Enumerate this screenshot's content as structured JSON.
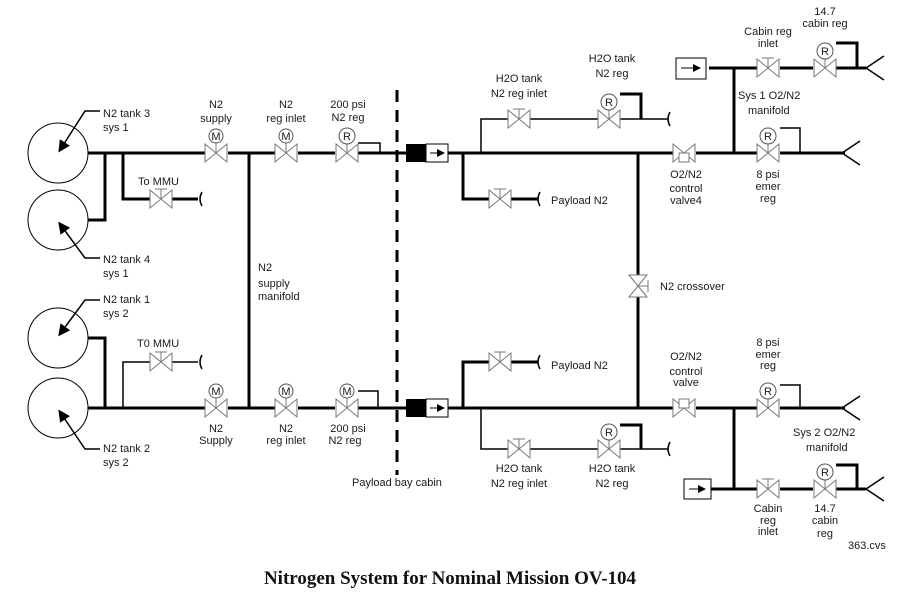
{
  "title": "Nitrogen System for Nominal Mission OV-104",
  "file_id": "363.cvs",
  "boundary_label": "Payload bay cabin",
  "tanks": [
    {
      "line1": "N2 tank 3",
      "line2": "sys 1"
    },
    {
      "line1": "N2 tank 4",
      "line2": "sys 1"
    },
    {
      "line1": "N2 tank 1",
      "line2": "sys 2"
    },
    {
      "line1": "N2 tank 2",
      "line2": "sys 2"
    }
  ],
  "labels": {
    "to_mmu_top": "To MMU",
    "to_mmu_bottom": "T0 MMU",
    "n2_supply_top_1": "N2",
    "n2_supply_top_2": "supply",
    "n2_reg_inlet_top_1": "N2",
    "n2_reg_inlet_top_2": "reg inlet",
    "reg200_top_1": "200 psi",
    "reg200_top_2": "N2 reg",
    "supply_manifold_1": "N2",
    "supply_manifold_2": "supply",
    "supply_manifold_3": "manifold",
    "n2_supply_bot_1": "N2",
    "n2_supply_bot_2": "Supply",
    "n2_reg_inlet_bot_1": "N2",
    "n2_reg_inlet_bot_2": "reg inlet",
    "reg200_bot_1": "200 psi",
    "reg200_bot_2": "N2   reg",
    "h2o_inlet_top_1": "H2O tank",
    "h2o_inlet_top_2": "N2 reg inlet",
    "h2o_reg_top_1": "H2O tank",
    "h2o_reg_top_2": "N2 reg",
    "payload_n2_top": "Payload N2",
    "payload_n2_bot": "Payload N2",
    "o2n2_top_1": "O2/N2",
    "o2n2_top_2": "control",
    "o2n2_top_3": "valve4",
    "crossover": "N2 crossover",
    "o2n2_bot_1": "O2/N2",
    "o2n2_bot_2": "control",
    "o2n2_bot_3": "valve",
    "h2o_inlet_bot_1": "H2O tank",
    "h2o_inlet_bot_2": "N2 reg inlet",
    "h2o_reg_bot_1": "H2O tank",
    "h2o_reg_bot_2": "N2 reg",
    "cabin_inlet_top_1": "Cabin reg",
    "cabin_inlet_top_2": "inlet",
    "cabin_reg_top_1": "14.7",
    "cabin_reg_top_2": "cabin reg",
    "sys1_manifold_1": "Sys 1 O2/N2",
    "sys1_manifold_2": "manifold",
    "emer_top_1": "8 psi",
    "emer_top_2": "emer",
    "emer_top_3": "reg",
    "emer_bot_1": "8 psi",
    "emer_bot_2": "emer",
    "emer_bot_3": "reg",
    "sys2_manifold_1": "Sys 2 O2/N2",
    "sys2_manifold_2": "manifold",
    "cabin_inlet_bot_1": "Cabin",
    "cabin_inlet_bot_2": "reg",
    "cabin_inlet_bot_3": "inlet",
    "cabin_reg_bot_1": "14.7",
    "cabin_reg_bot_2": "cabin",
    "cabin_reg_bot_3": "reg"
  },
  "actuator_letters": {
    "motor": "M",
    "regulator": "R"
  }
}
